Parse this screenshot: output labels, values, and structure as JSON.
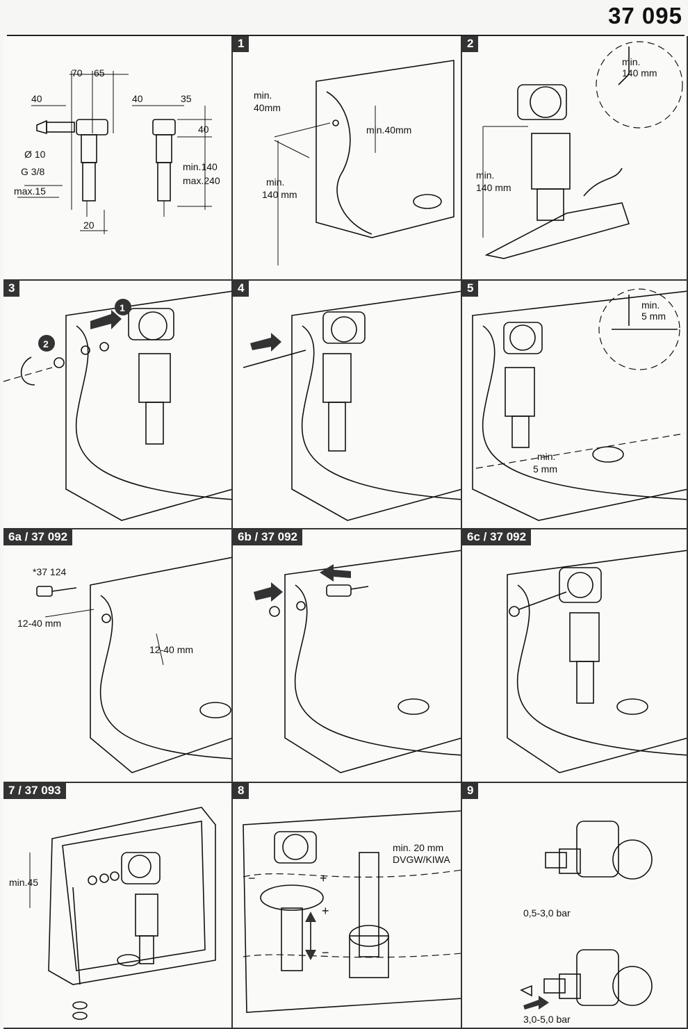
{
  "document": {
    "number": "37 095"
  },
  "dimensions_panel": {
    "top_labels": [
      "70",
      "65"
    ],
    "left_labels": [
      "40",
      "Ø 10",
      "G 3/8",
      "max.15"
    ],
    "bottom_label": "20",
    "right_top_labels": [
      "40",
      "35"
    ],
    "right_side_labels": [
      "40",
      "min.140",
      "max.240"
    ]
  },
  "steps": [
    {
      "tag": "1",
      "labels": [
        "min.",
        "40mm",
        "min.40mm",
        "min.",
        "140 mm"
      ]
    },
    {
      "tag": "2",
      "labels": [
        "min.",
        "140 mm",
        "min.",
        "140 mm"
      ]
    },
    {
      "tag": "3",
      "labels": [
        "1",
        "2"
      ]
    },
    {
      "tag": "4",
      "labels": []
    },
    {
      "tag": "5",
      "labels": [
        "min.",
        "5 mm",
        "min.",
        "5 mm"
      ]
    },
    {
      "tag": "6a / 37 092",
      "labels": [
        "*37 124",
        "12-40 mm",
        "12-40 mm"
      ]
    },
    {
      "tag": "6b / 37 092",
      "labels": []
    },
    {
      "tag": "6c / 37 092",
      "labels": []
    },
    {
      "tag": "7 / 37 093",
      "labels": [
        "min.45"
      ]
    },
    {
      "tag": "8",
      "labels": [
        "min. 20 mm",
        "DVGW/KIWA",
        "+",
        "−",
        "+",
        "−"
      ]
    },
    {
      "tag": "9",
      "labels": [
        "0,5-3,0 bar",
        "3,0-5,0 bar"
      ]
    }
  ]
}
